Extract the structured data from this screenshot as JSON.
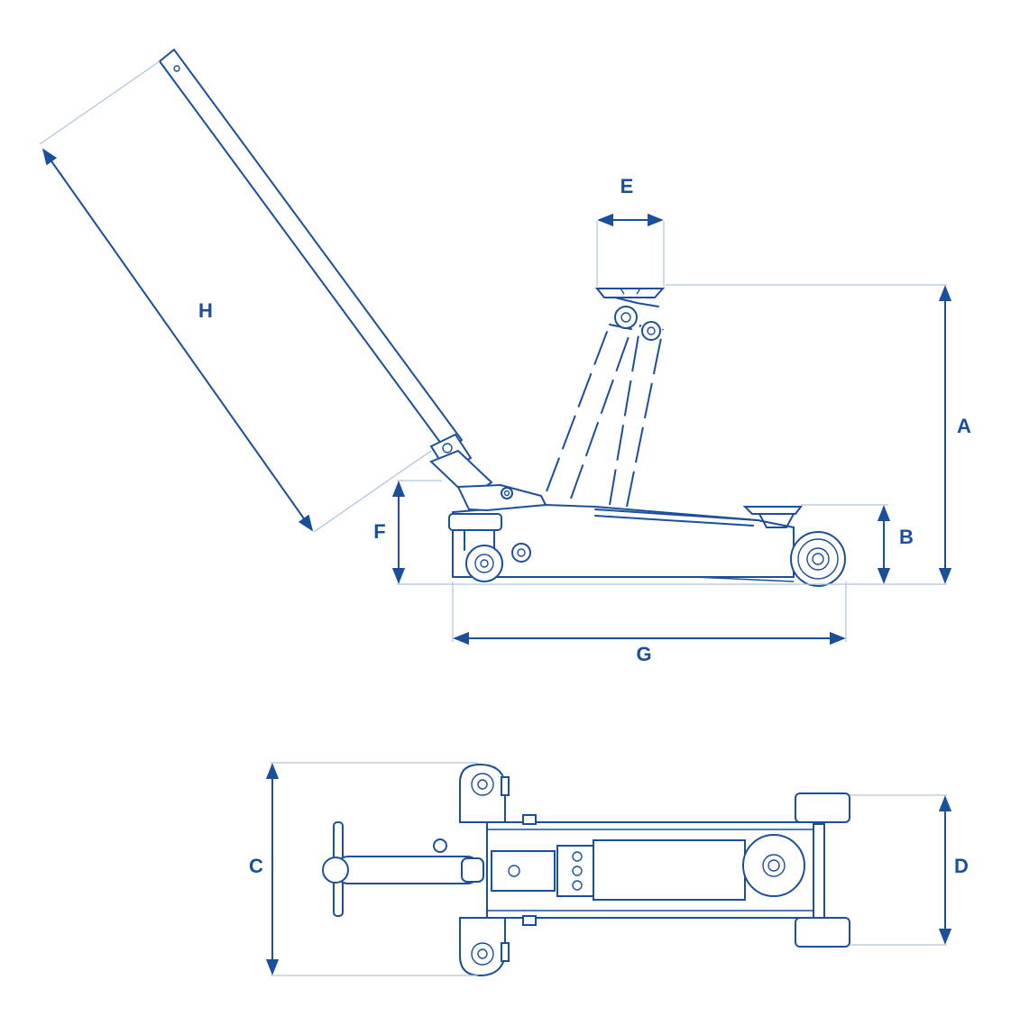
{
  "labels": {
    "A": "A",
    "B": "B",
    "C": "C",
    "D": "D",
    "E": "E",
    "F": "F",
    "G": "G",
    "H": "H"
  },
  "colors": {
    "line": "#1a4f9c",
    "dimension": "#aec3df",
    "background": "#ffffff"
  }
}
